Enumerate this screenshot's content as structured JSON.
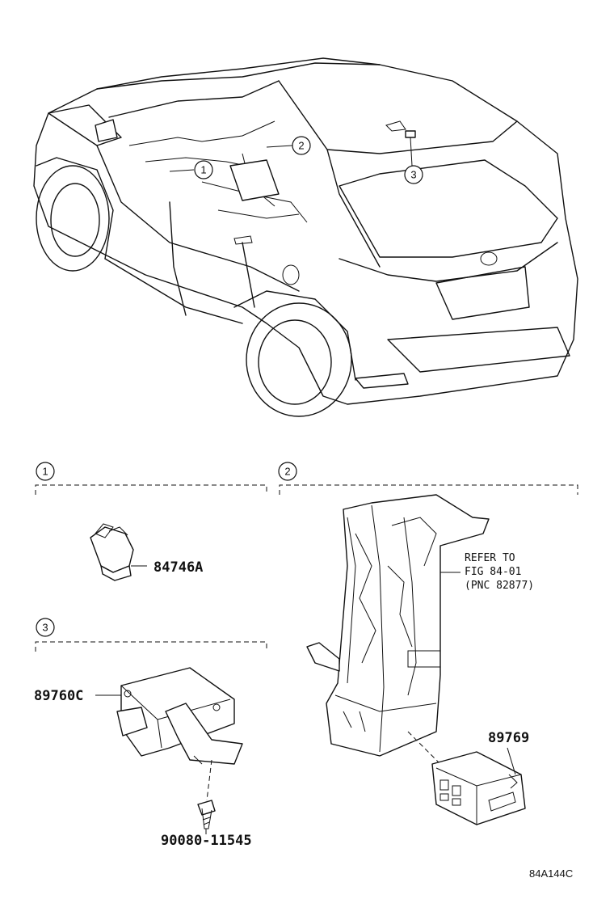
{
  "callouts": [
    "1",
    "2",
    "3"
  ],
  "sections": [
    {
      "id": "1",
      "parts": [
        {
          "number": "84746A"
        }
      ]
    },
    {
      "id": "2",
      "parts": [
        {
          "number": "89769"
        }
      ],
      "note": [
        "REFER TO",
        "FIG 84-01",
        "(PNC 82877)"
      ]
    },
    {
      "id": "3",
      "parts": [
        {
          "number": "89760C"
        },
        {
          "number": "90080-11545"
        }
      ]
    }
  ],
  "figure_code": "84A144C"
}
